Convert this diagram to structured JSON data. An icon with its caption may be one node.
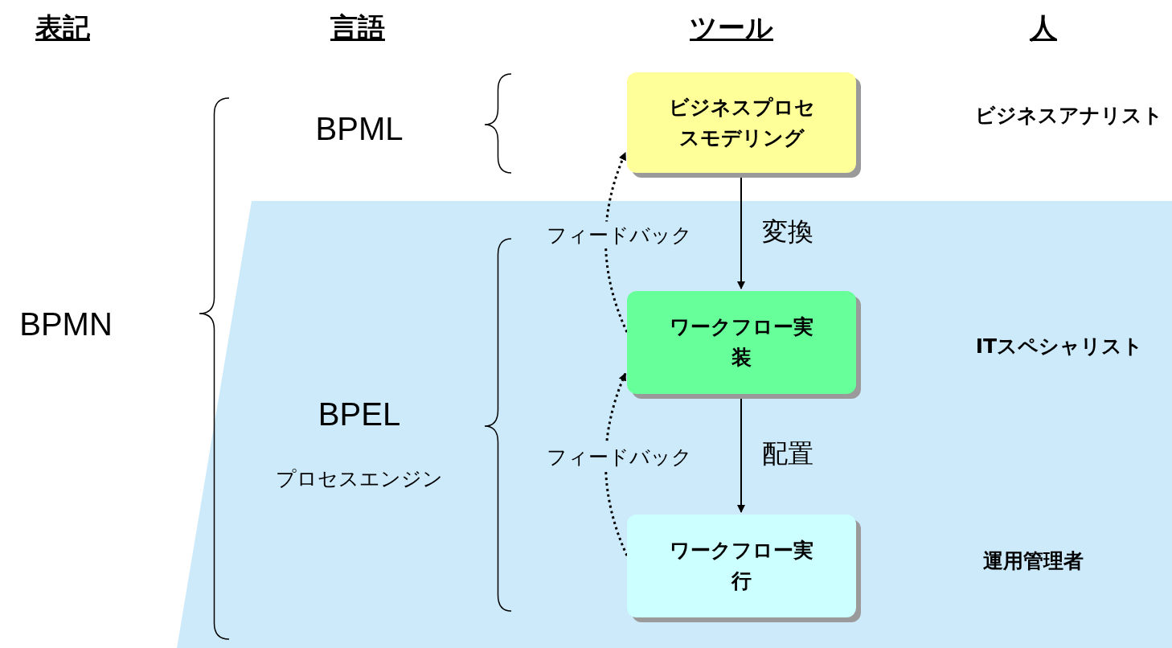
{
  "diagram": {
    "nodes": [
      {
        "text": [
          "ビジネスプロセスモデリング"
        ]
      },
      {
        "text": [
          "ワークフロー実装"
        ]
      },
      {
        "text": [
          "ワークフロー実行"
        ]
      }
    ],
    "edges": [
      {
        "from": 0,
        "to": 1,
        "arrow": "to",
        "label": "変換"
      },
      {
        "from": 1,
        "to": 2,
        "arrow": "to",
        "label": "配置"
      },
      {
        "from": 1,
        "to": 0,
        "arrow": "to",
        "label": "フィードバック",
        "style": "dashed"
      },
      {
        "from": 2,
        "to": 1,
        "arrow": "to",
        "label": "フィードバック",
        "style": "dashed"
      }
    ],
    "labels": [
      "表記",
      "言語",
      "ツール",
      "人",
      "BPML",
      "ビジネスアナリスト",
      "BPMN",
      "ITスペシャリスト",
      "BPEL",
      "プロセスエンジン",
      "運用管理者"
    ]
  }
}
